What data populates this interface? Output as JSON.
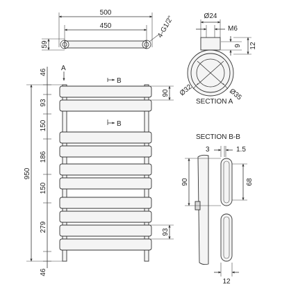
{
  "top_view": {
    "width_total": "500",
    "width_bracket": "450",
    "depth": "59",
    "connection": "4-G1/2\""
  },
  "section_a": {
    "title": "SECTION A",
    "dia_top": "Ø24",
    "thread": "M6",
    "dim_9": "9",
    "dim_12": "12",
    "dia_32": "Ø32",
    "dia_35": "Ø35"
  },
  "front_view": {
    "height_total": "950",
    "segments": [
      "46",
      "93",
      "150",
      "186",
      "150",
      "279",
      "46"
    ],
    "right_90": "90",
    "right_93": "93",
    "marker_a": "A",
    "marker_b1": "B",
    "marker_b2": "B"
  },
  "section_bb": {
    "title": "SECTION B-B",
    "dim_3": "3",
    "dim_1_5": "1.5",
    "dim_90": "90",
    "dim_68": "68",
    "dim_12": "12"
  }
}
